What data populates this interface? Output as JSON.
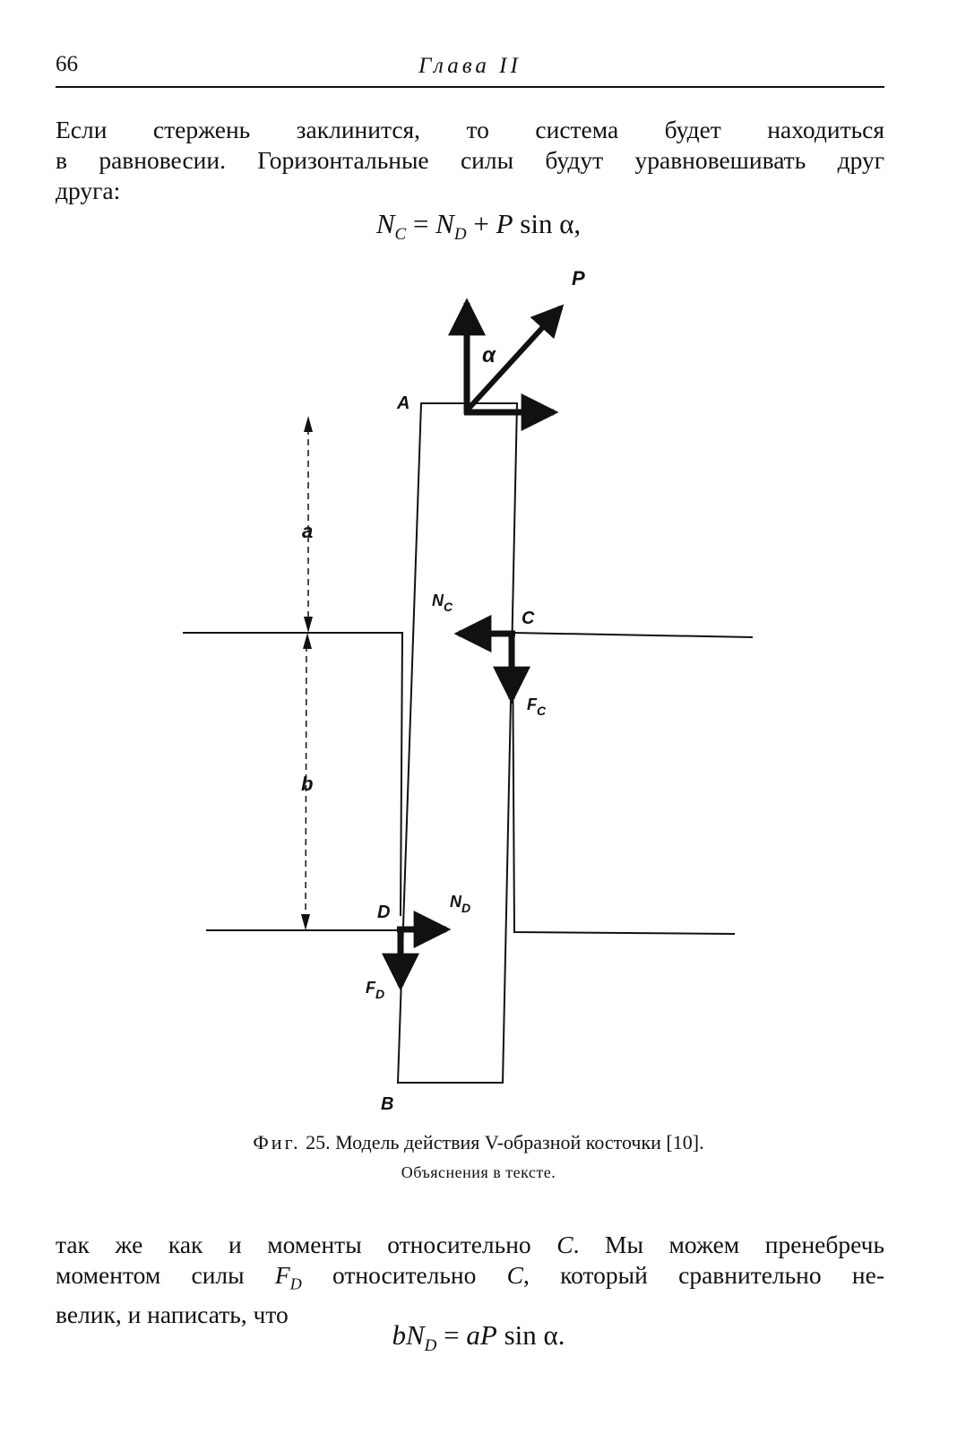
{
  "header": {
    "page_number": "66",
    "running_head": "Глава II"
  },
  "para1": {
    "lines": [
      "Если стержень заклинится, то система будет находиться",
      "в равновесии. Горизонтальные силы будут уравновешивать друг",
      "друга:"
    ]
  },
  "equation1": {
    "nc": "N",
    "nc_sub": "C",
    "eq": " = ",
    "nd": "N",
    "nd_sub": "D",
    "plus": " + ",
    "p": "P",
    "rest": " sin α,"
  },
  "figure": {
    "labels": {
      "P": "P",
      "alpha": "α",
      "A": "A",
      "a": "a",
      "Nc": "N",
      "Nc_sub": "C",
      "C": "C",
      "Fc": "F",
      "Fc_sub": "C",
      "b": "b",
      "D": "D",
      "Nd": "N",
      "Nd_sub": "D",
      "Fd": "F",
      "Fd_sub": "D",
      "B": "B"
    }
  },
  "caption": {
    "fig_word": "Фиг.",
    "line1": " 25. Модель действия V-образной косточки [10].",
    "line2": "Объяснения в тексте."
  },
  "para2": {
    "line1": {
      "a": "так же как и моменты относительно ",
      "c": "C",
      "b": ". Мы можем пренебречь"
    },
    "line2": {
      "a": "моментом силы ",
      "f": "F",
      "fsub": "D",
      "b": " относительно ",
      "c": "C",
      "d": ", который сравнительно не-"
    },
    "line3": "велик, и написать, что"
  },
  "equation2": {
    "b": "b",
    "nd": "N",
    "nd_sub": "D",
    "eq": " = ",
    "a": "a",
    "p": "P",
    "rest": " sin α."
  }
}
